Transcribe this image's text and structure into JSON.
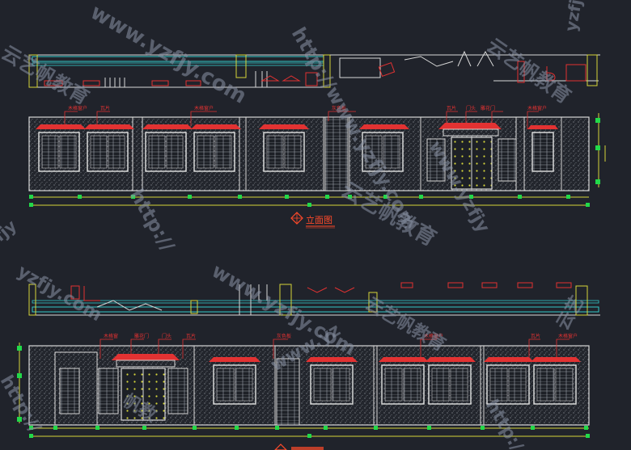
{
  "upper_elevation": {
    "title": "立面图",
    "annotations": [
      "木格窗户",
      "瓦片",
      "木格窗户",
      "灰色板",
      "瓦片",
      "门头",
      "雕花门",
      "木格窗户"
    ]
  },
  "lower_elevation": {
    "annotations": [
      "木格窗",
      "雕花门",
      "门头",
      "瓦片",
      "灰色板",
      "木格窗户",
      "瓦片",
      "木格窗户"
    ]
  },
  "watermark": {
    "text": "http://www.yzfjy.com 云艺帆教育",
    "fragments": [
      "www.yzfjy.com",
      "yzfjy",
      "http://www.yzfjy.com",
      "云艺帆教育",
      "http://",
      "www.yzfjy",
      "www.yz",
      "yzfjy.com",
      "fjy",
      "帆教",
      "云艺"
    ]
  },
  "colors": {
    "background": "#20232b",
    "outline": "#d8d8d8",
    "red": "#e23232",
    "dimension": "#d6d63a",
    "green": "#22d94a",
    "cyan": "#32c8c8",
    "watermark": "#8a94a6",
    "title": "#ff4a2a"
  }
}
